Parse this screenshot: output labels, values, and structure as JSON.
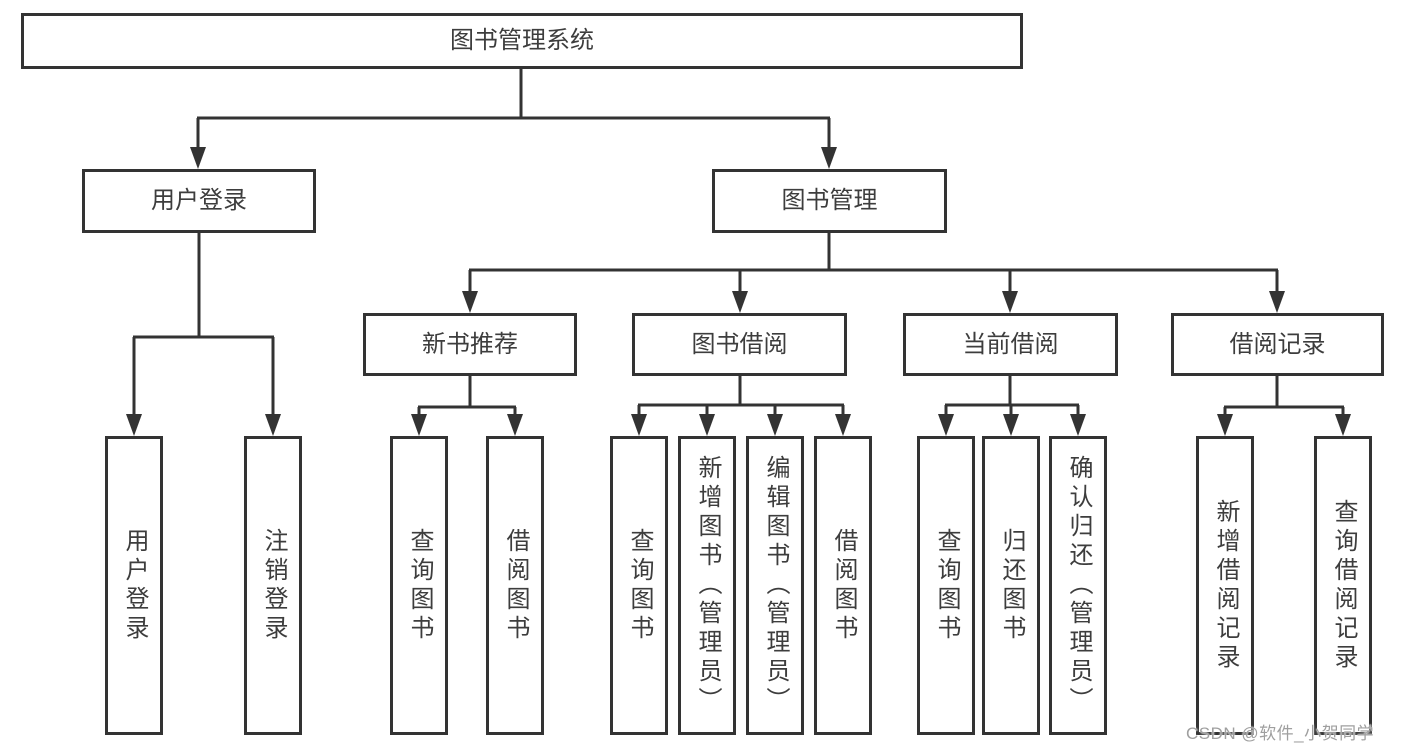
{
  "diagram": {
    "root": {
      "label": "图书管理系统"
    },
    "level1": [
      {
        "label": "用户登录"
      },
      {
        "label": "图书管理"
      }
    ],
    "level2": [
      {
        "label": "新书推荐"
      },
      {
        "label": "图书借阅"
      },
      {
        "label": "当前借阅"
      },
      {
        "label": "借阅记录"
      }
    ],
    "leaves": [
      {
        "label": "用户登录"
      },
      {
        "label": "注销登录"
      },
      {
        "label": "查询图书"
      },
      {
        "label": "借阅图书"
      },
      {
        "label": "查询图书"
      },
      {
        "label": "新增图书（管理员）"
      },
      {
        "label": "编辑图书（管理员）"
      },
      {
        "label": "借阅图书"
      },
      {
        "label": "查询图书"
      },
      {
        "label": "归还图书"
      },
      {
        "label": "确认归还（管理员）"
      },
      {
        "label": "新增借阅记录"
      },
      {
        "label": "查询借阅记录"
      }
    ]
  },
  "watermark": {
    "text": "CSDN @软件_小贺同学"
  },
  "colors": {
    "line": "#333333",
    "text": "#3d3d3d",
    "background": "#ffffff",
    "watermark": "#9f9f9f"
  }
}
